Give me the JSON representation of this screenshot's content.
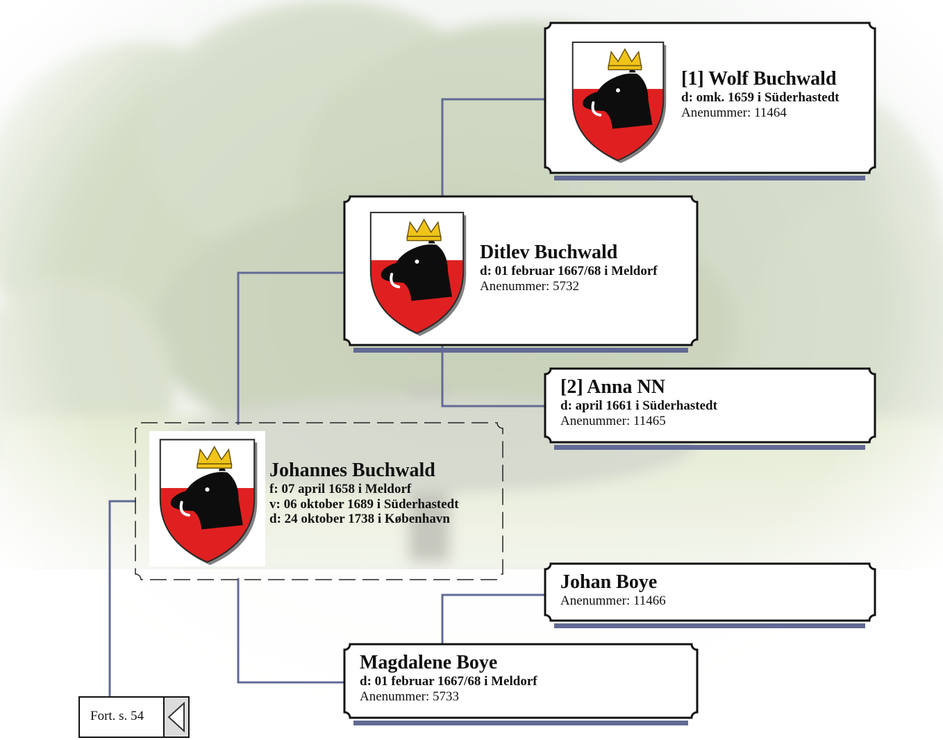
{
  "persons": {
    "wolf": {
      "name": "[1] Wolf Buchwald",
      "details": [
        "d: omk. 1659 i Süderhastedt"
      ],
      "anenummer": "Anenummer: 11464"
    },
    "ditlev": {
      "name": "Ditlev Buchwald",
      "details": [
        "d: 01 februar 1667/68 i Meldorf"
      ],
      "anenummer": "Anenummer: 5732"
    },
    "anna": {
      "name": "[2] Anna NN",
      "details": [
        "d: april 1661 i Süderhastedt"
      ],
      "anenummer": "Anenummer: 11465"
    },
    "johannes": {
      "name": "Johannes Buchwald",
      "details": [
        "f: 07 april 1658 i Meldorf",
        "v: 06 oktober 1689 i Süderhastedt",
        "d: 24 oktober 1738 i København"
      ]
    },
    "johan": {
      "name": "Johan Boye",
      "anenummer": "Anenummer: 11466"
    },
    "magdalene": {
      "name": "Magdalene Boye",
      "details": [
        "d: 01 februar 1667/68 i Meldorf"
      ],
      "anenummer": "Anenummer: 5733"
    }
  },
  "continuation": {
    "label": "Fort. s. 54"
  },
  "colors": {
    "connector": "#626a95",
    "card_shadow": "#626a95",
    "crest_red": "#e02020",
    "crest_crown": "#f0c419"
  },
  "icons": [
    "coat-of-arms-icon",
    "triangle-left-icon"
  ]
}
